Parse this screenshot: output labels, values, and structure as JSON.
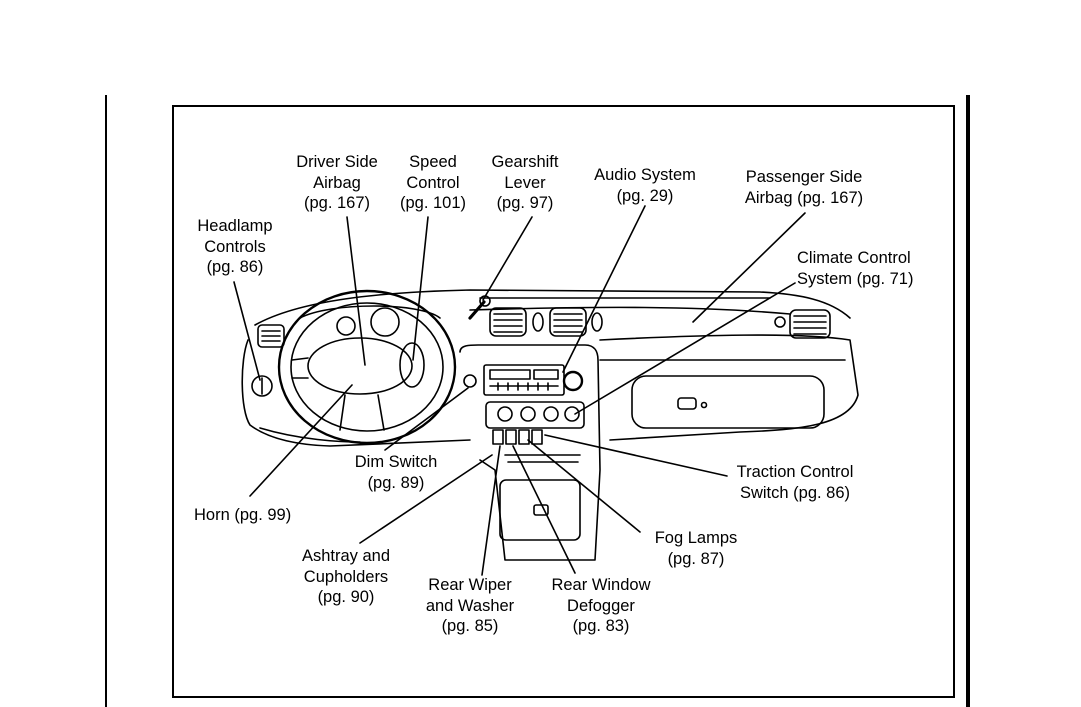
{
  "labels": {
    "driver_airbag": "Driver Side\nAirbag\n(pg. 167)",
    "speed_control": "Speed\nControl\n(pg. 101)",
    "gearshift": "Gearshift\nLever\n(pg. 97)",
    "audio": "Audio System\n(pg. 29)",
    "passenger_airbag": "Passenger Side\nAirbag (pg. 167)",
    "headlamp": "Headlamp\nControls\n(pg. 86)",
    "climate": "Climate Control\nSystem (pg. 71)",
    "dim_switch": "Dim Switch\n(pg. 89)",
    "horn": "Horn (pg. 99)",
    "traction": "Traction Control\nSwitch (pg. 86)",
    "ashtray": "Ashtray and\nCupholders\n(pg. 90)",
    "fog": "Fog Lamps\n(pg. 87)",
    "wiper": "Rear Wiper\nand Washer\n(pg. 85)",
    "defogger": "Rear Window\nDefogger\n(pg. 83)"
  }
}
